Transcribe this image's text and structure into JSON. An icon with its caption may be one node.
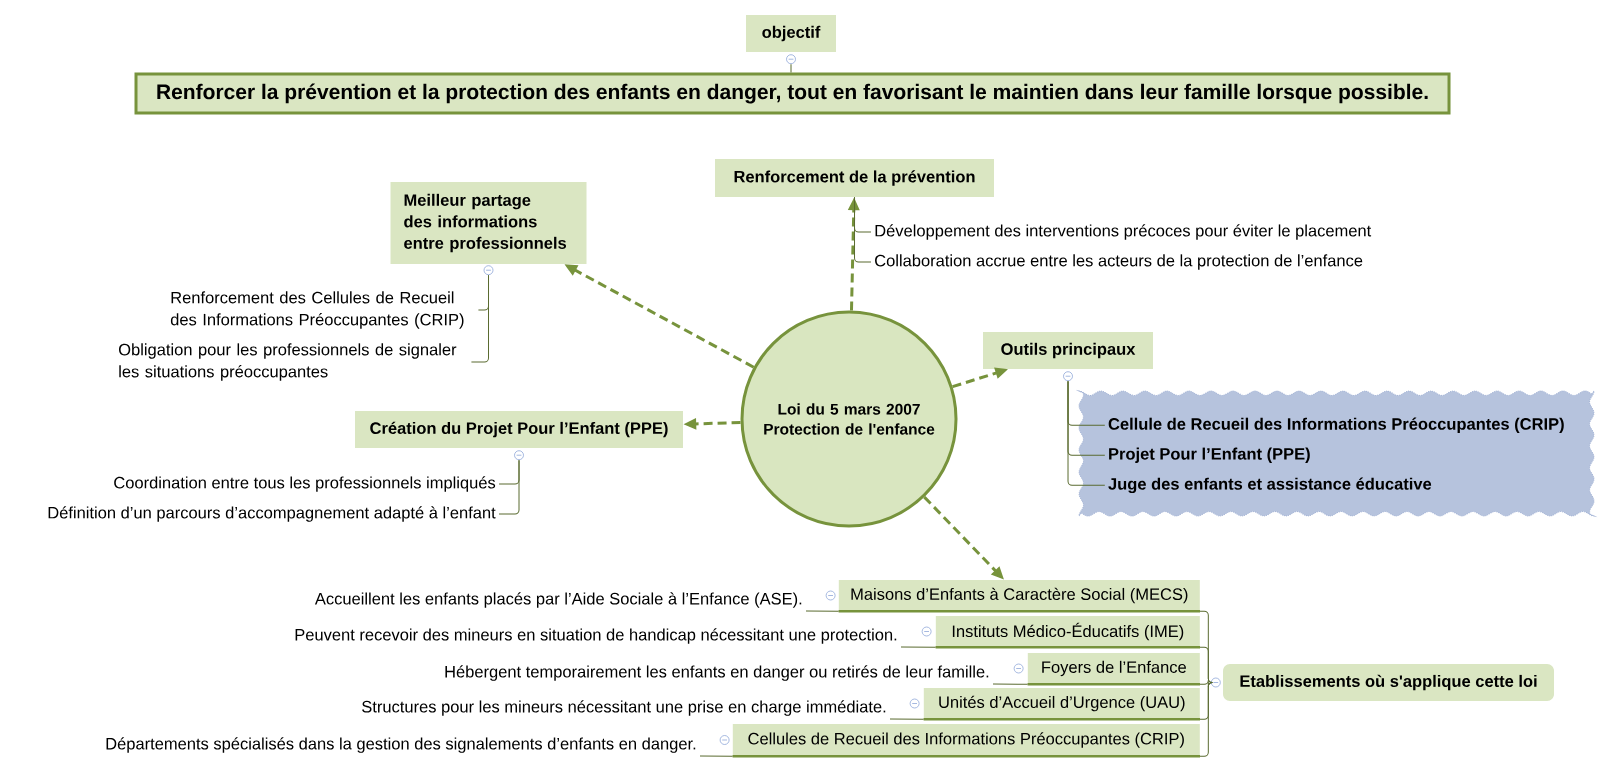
{
  "diagram": {
    "nodes": [
      {
        "text": [
          "objectif"
        ]
      },
      {
        "text": [
          "Renforcer la prévention et la protection des enfants en danger, tout en favorisant le maintien dans leur famille lorsque possible."
        ]
      },
      {
        "text": [
          "Loi du 5 mars 2007 Protection de l'enfance"
        ]
      },
      {
        "text": [
          "Renforcement de la prévention"
        ]
      },
      {
        "text": [
          "Développement des interventions précoces pour éviter le placement"
        ]
      },
      {
        "text": [
          "Collaboration accrue entre les acteurs de la protection de l’enfance"
        ]
      },
      {
        "text": [
          "Meilleur partage des informations entre professionnels"
        ]
      },
      {
        "text": [
          "Renforcement des Cellules de Recueil des Informations Préoccupantes (CRIP)"
        ]
      },
      {
        "text": [
          "Obligation pour les professionnels de signaler les situations préoccupantes"
        ]
      },
      {
        "text": [
          "Outils principaux"
        ]
      },
      {
        "text": [],
        "shape": "cloud"
      },
      {
        "text": [
          "Cellule de Recueil des Informations Préoccupantes (CRIP)"
        ],
        "in": 10
      },
      {
        "text": [
          "Projet Pour l’Enfant (PPE)"
        ],
        "in": 10
      },
      {
        "text": [
          "Juge des enfants et assistance éducative"
        ],
        "in": 10
      },
      {
        "text": [
          "Création du Projet Pour l’Enfant (PPE)"
        ]
      },
      {
        "text": [
          "Coordination entre tous les professionnels impliqués"
        ]
      },
      {
        "text": [
          "Définition d’un parcours d’accompagnement adapté à l’enfant"
        ]
      },
      {
        "text": [
          "Accueillent les enfants placés par l’Aide Sociale à l’Enfance (ASE)."
        ]
      },
      {
        "text": [
          "Maisons d’Enfants à Caractère Social (MECS)"
        ]
      },
      {
        "text": [
          "Peuvent recevoir des mineurs en situation de handicap nécessitant une protection."
        ]
      },
      {
        "text": [
          "Instituts Médico-Éducatifs (IME)"
        ]
      },
      {
        "text": [
          "Hébergent temporairement les enfants en danger ou retirés de leur famille."
        ]
      },
      {
        "text": [
          "Foyers de l’Enfance"
        ]
      },
      {
        "text": [
          "Etablissements où s'applique cette loi"
        ]
      },
      {
        "text": [
          "Structures pour les mineurs nécessitant une prise en charge immédiate."
        ]
      },
      {
        "text": [
          "Unités d’Accueil d’Urgence (UAU)"
        ]
      },
      {
        "text": [
          "Départements spécialisés dans la gestion des signalements d’enfants en danger."
        ]
      },
      {
        "text": [
          "Cellules de Recueil des Informations Préoccupantes (CRIP)"
        ]
      }
    ],
    "edges": [
      {
        "from": 0,
        "to": 1,
        "arrow": "none"
      },
      {
        "from": 2,
        "to": 3,
        "arrow": "to",
        "style": "dashed",
        "color": "#77933c"
      },
      {
        "from": 3,
        "to": 4,
        "arrow": "none"
      },
      {
        "from": 3,
        "to": 5,
        "arrow": "none"
      },
      {
        "from": 2,
        "to": 6,
        "arrow": "to",
        "style": "dashed",
        "color": "#77933c"
      },
      {
        "from": 6,
        "to": 7,
        "arrow": "none"
      },
      {
        "from": 6,
        "to": 8,
        "arrow": "none"
      },
      {
        "from": 2,
        "to": 9,
        "arrow": "to",
        "style": "dashed",
        "color": "#77933c"
      },
      {
        "from": 9,
        "to": 11,
        "arrow": "none"
      },
      {
        "from": 9,
        "to": 12,
        "arrow": "none"
      },
      {
        "from": 9,
        "to": 13,
        "arrow": "none"
      },
      {
        "from": 2,
        "to": 14,
        "arrow": "to",
        "style": "dashed",
        "color": "#77933c"
      },
      {
        "from": 14,
        "to": 15,
        "arrow": "none"
      },
      {
        "from": 14,
        "to": 16,
        "arrow": "none"
      },
      {
        "from": 2,
        "to": 18,
        "arrow": "to",
        "style": "dashed",
        "color": "#77933c"
      },
      {
        "from": 18,
        "to": 17,
        "arrow": "none"
      },
      {
        "from": 20,
        "to": 19,
        "arrow": "none"
      },
      {
        "from": 22,
        "to": 21,
        "arrow": "none"
      },
      {
        "from": 25,
        "to": 24,
        "arrow": "none"
      },
      {
        "from": 27,
        "to": 26,
        "arrow": "none"
      },
      {
        "from": 23,
        "to": 18,
        "arrow": "none"
      },
      {
        "from": 23,
        "to": 20,
        "arrow": "none"
      },
      {
        "from": 23,
        "to": 22,
        "arrow": "none"
      },
      {
        "from": 23,
        "to": 25,
        "arrow": "none"
      },
      {
        "from": 23,
        "to": 27,
        "arrow": "none"
      }
    ]
  }
}
